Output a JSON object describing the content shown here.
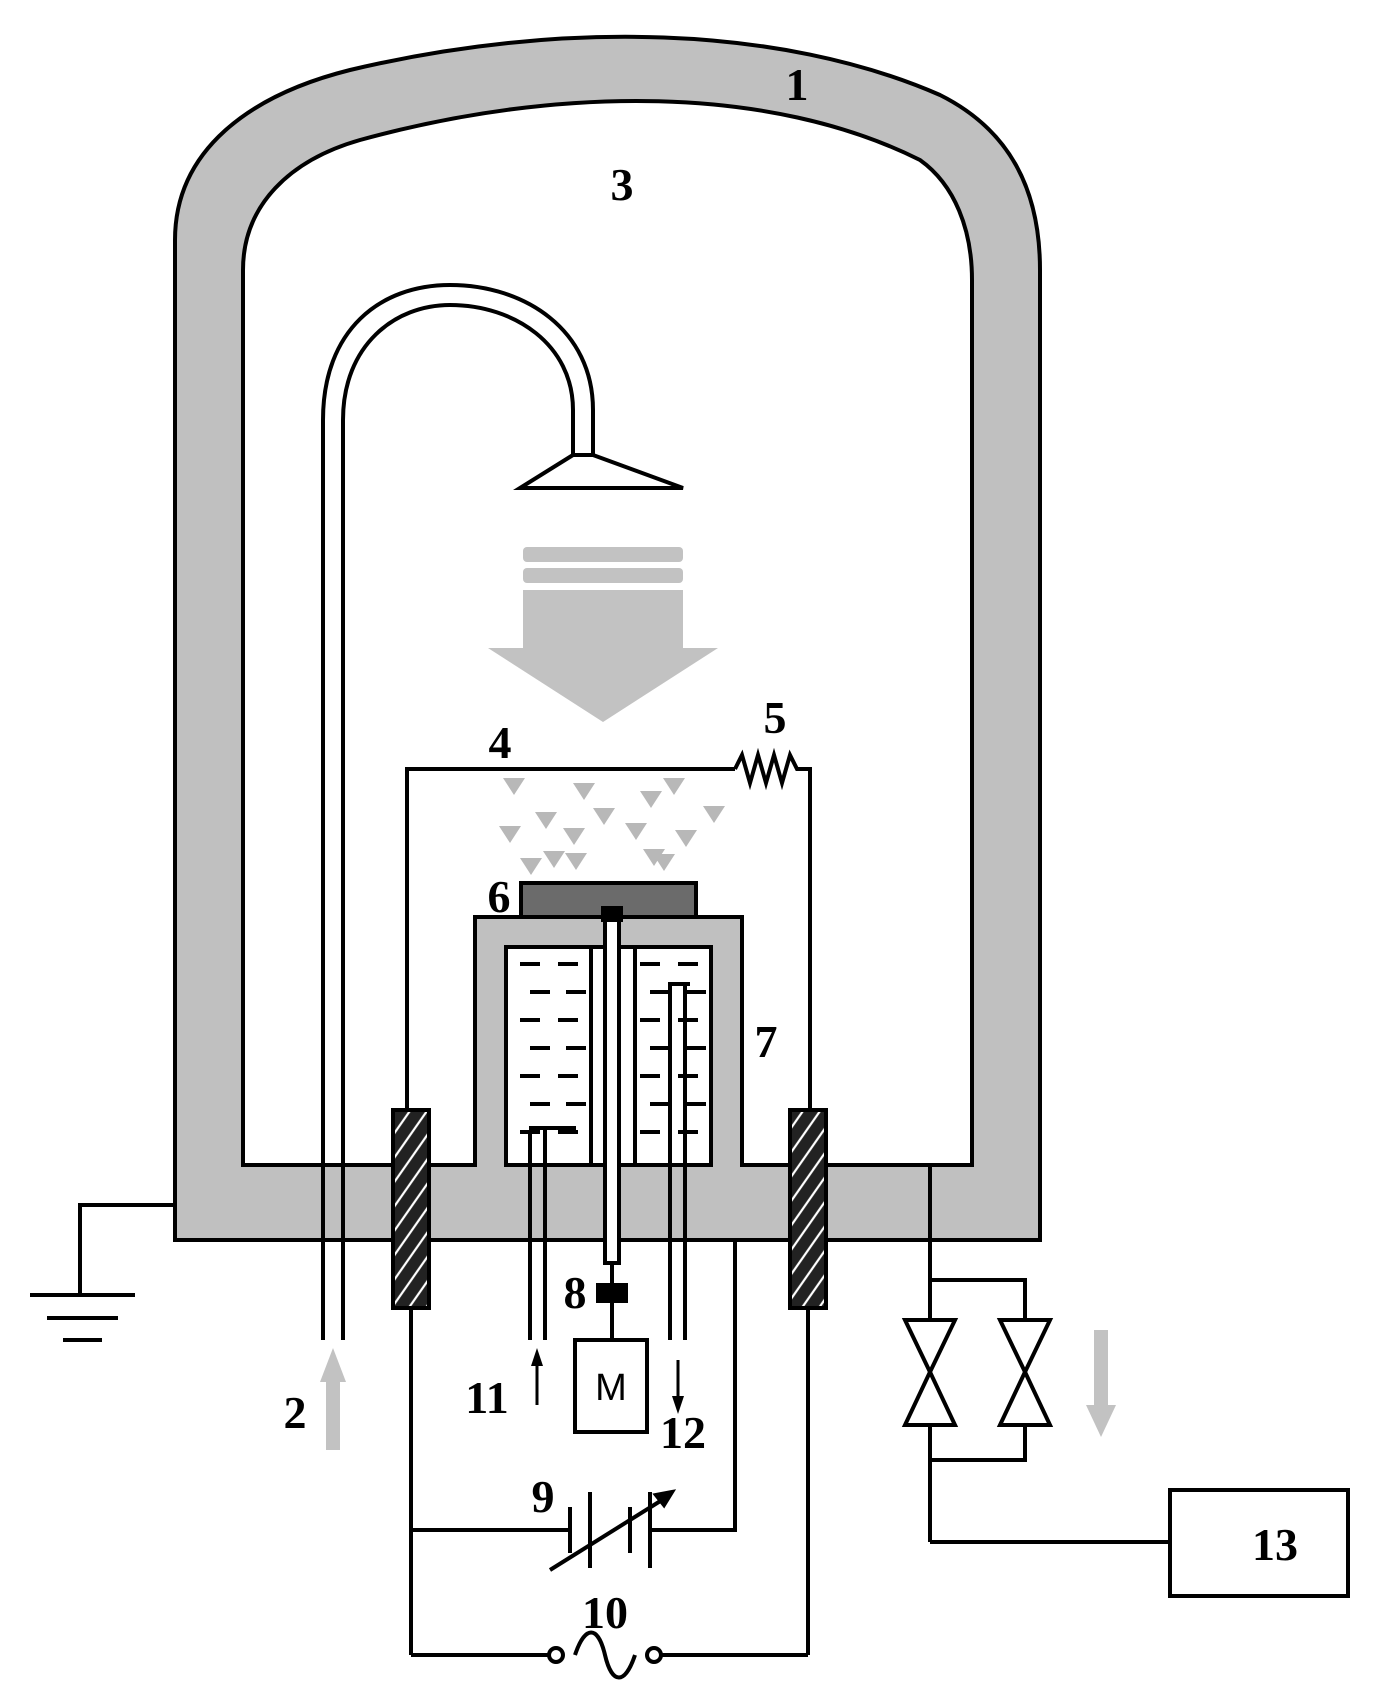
{
  "labels": {
    "l1": "1",
    "l2": "2",
    "l3": "3",
    "l4": "4",
    "l5": "5",
    "l6": "6",
    "l7": "7",
    "l8": "8",
    "l9": "9",
    "l10": "10",
    "l11": "11",
    "l12": "12",
    "l13": "13",
    "motor": "M"
  },
  "colors": {
    "chamber_wall": "#c0c0c0",
    "stroke": "#000000",
    "flow_arrow": "#c2c2c2",
    "particles": "#b8b8b8",
    "substrate": "#6b6b6b",
    "insulator": "#222222"
  },
  "icons": [
    "ground-icon",
    "valve-icon",
    "motor-icon",
    "dc-power-supply-icon",
    "ac-power-supply-icon",
    "heater-coil-icon"
  ]
}
